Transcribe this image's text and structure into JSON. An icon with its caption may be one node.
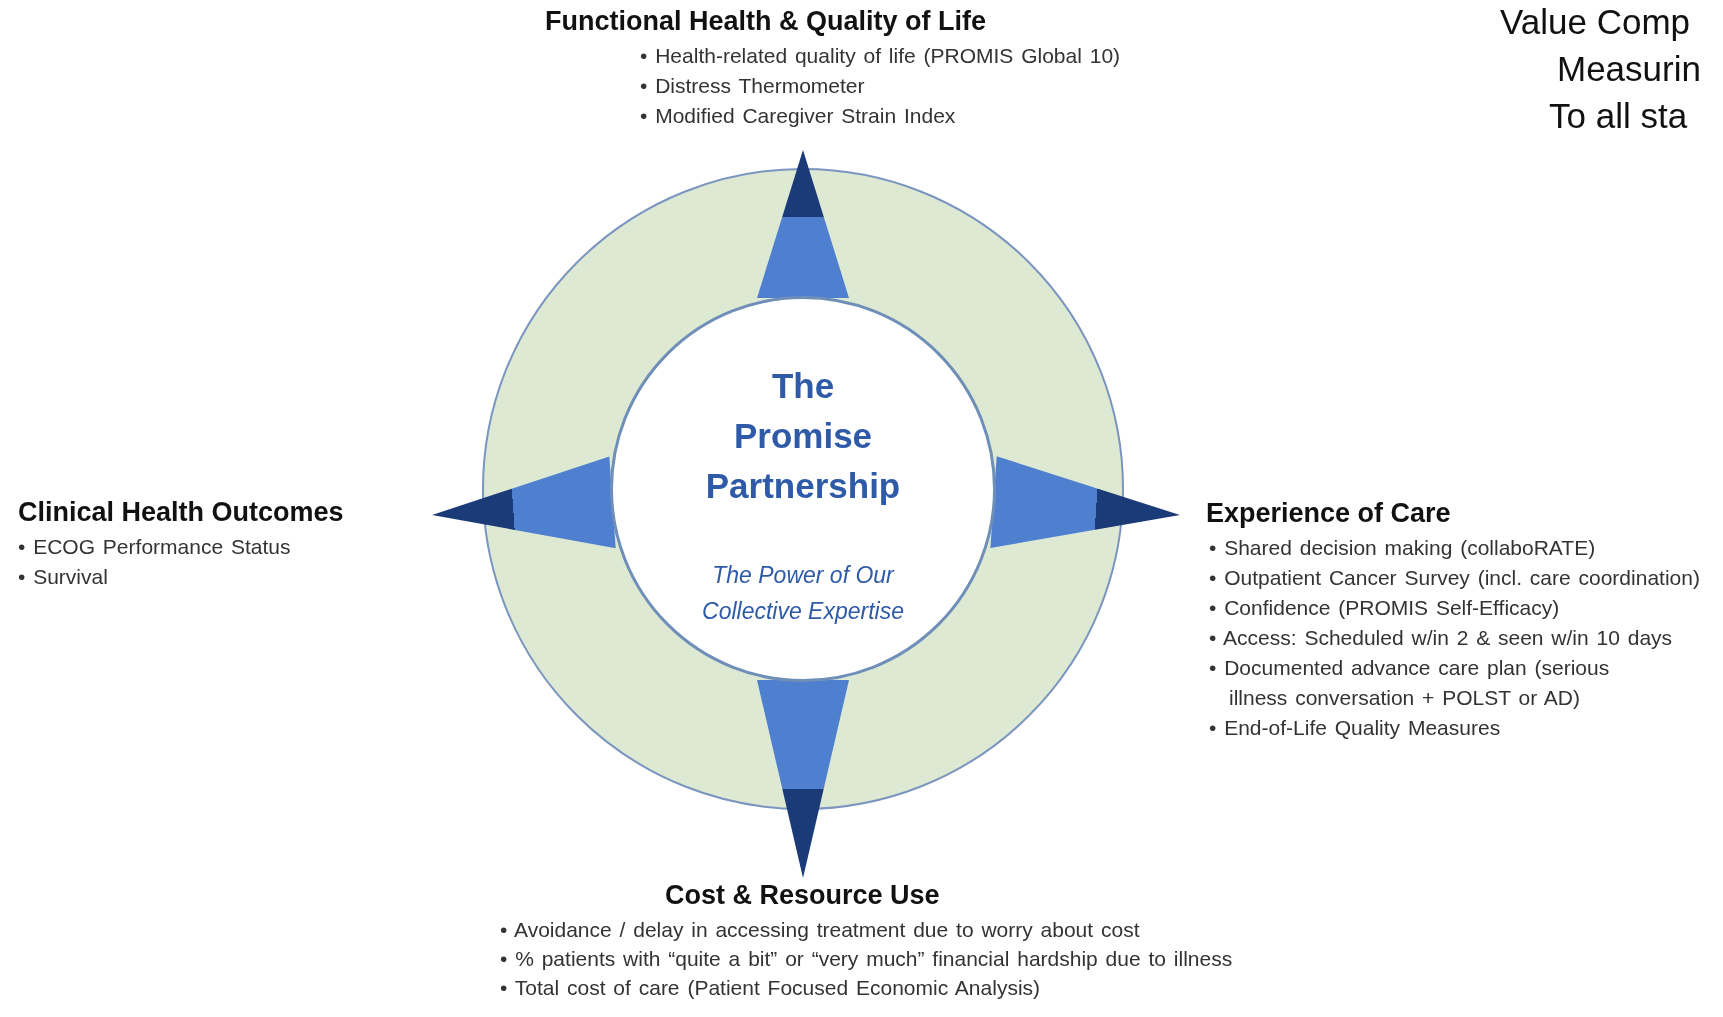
{
  "diagram": {
    "nodes": [
      {
        "text": [],
        "shape": "circle"
      },
      {
        "text": [
          "The Promise Partnership",
          "The Power of Our Collective Expertise"
        ],
        "in": 0
      },
      {
        "text": [
          "Functional Health & Quality of Life",
          "• Health-related quality of life (PROMIS Global 10)",
          "• Distress Thermometer",
          "• Modified Caregiver Strain Index"
        ]
      },
      {
        "text": [
          "Clinical Health Outcomes",
          "• ECOG Performance Status",
          "• Survival"
        ]
      },
      {
        "text": [
          "Experience of Care",
          "• Shared decision making (collaboRATE)",
          "• Outpatient Cancer Survey (incl. care coordination)",
          "• Confidence (PROMIS Self-Efficacy)",
          "• Access: Scheduled w/in 2 & seen w/in 10 days",
          "• Documented advance care plan (serious illness conversation + POLST or AD)",
          "• End-of-Life Quality Measures"
        ]
      },
      {
        "text": [
          "Cost & Resource Use",
          "• Avoidance / delay in accessing treatment due to worry about cost",
          "• % patients with “quite a bit”  or “very much” financial hardship due to illness",
          "• Total cost of care (Patient Focused Economic Analysis)"
        ]
      }
    ],
    "edges": [
      {
        "from": 1,
        "to": 2,
        "arrow": "to"
      },
      {
        "from": 1,
        "to": 3,
        "arrow": "to"
      },
      {
        "from": 1,
        "to": 4,
        "arrow": "to"
      },
      {
        "from": 1,
        "to": 5,
        "arrow": "to"
      }
    ],
    "labels": [
      "Value Comp",
      "Measurin",
      "To all sta"
    ]
  }
}
